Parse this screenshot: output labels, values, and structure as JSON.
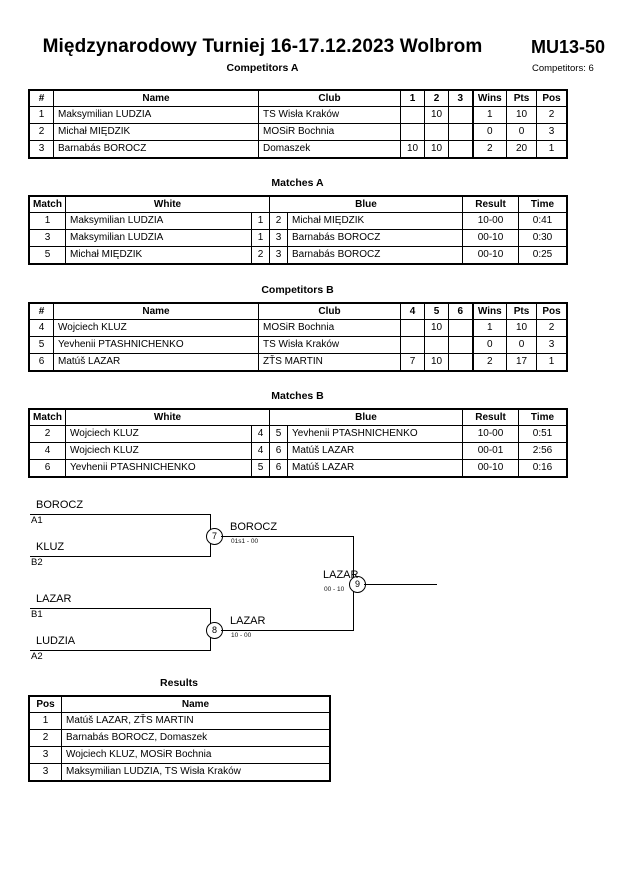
{
  "header": {
    "title": "Międzynarodowy Turniej  16-17.12.2023  Wolbrom",
    "subtitle": "Competitors A",
    "category": "MU13-50",
    "competitors_count": "Competitors: 6"
  },
  "sections": {
    "matches_a_title": "Matches A",
    "competitors_b_title": "Competitors B",
    "matches_b_title": "Matches B",
    "results_title": "Results"
  },
  "competitors_a": {
    "headers": [
      "#",
      "Name",
      "Club",
      "1",
      "2",
      "3",
      "Wins",
      "Pts",
      "Pos"
    ],
    "rows": [
      {
        "num": "1",
        "name": "Maksymilian LUDZIA",
        "club": "TS Wisła Kraków",
        "m1": "",
        "m2": "10",
        "m3": "",
        "wins": "1",
        "pts": "10",
        "pos": "2"
      },
      {
        "num": "2",
        "name": "Michał MIĘDZIK",
        "club": "MOSiR Bochnia",
        "m1": "",
        "m2": "",
        "m3": "",
        "wins": "0",
        "pts": "0",
        "pos": "3"
      },
      {
        "num": "3",
        "name": "Barnabás BOROCZ",
        "club": "Domaszek",
        "m1": "10",
        "m2": "10",
        "m3": "",
        "wins": "2",
        "pts": "20",
        "pos": "1"
      }
    ]
  },
  "matches_a": {
    "headers": [
      "Match",
      "White",
      "Blue",
      "Result",
      "Time"
    ],
    "rows": [
      {
        "match": "1",
        "white": "Maksymilian LUDZIA",
        "white_num": "1",
        "blue_num": "2",
        "blue": "Michał MIĘDZIK",
        "result": "10-00",
        "time": "0:41"
      },
      {
        "match": "3",
        "white": "Maksymilian LUDZIA",
        "white_num": "1",
        "blue_num": "3",
        "blue": "Barnabás BOROCZ",
        "result": "00-10",
        "time": "0:30"
      },
      {
        "match": "5",
        "white": "Michał MIĘDZIK",
        "white_num": "2",
        "blue_num": "3",
        "blue": "Barnabás BOROCZ",
        "result": "00-10",
        "time": "0:25"
      }
    ]
  },
  "competitors_b": {
    "headers": [
      "#",
      "Name",
      "Club",
      "4",
      "5",
      "6",
      "Wins",
      "Pts",
      "Pos"
    ],
    "rows": [
      {
        "num": "4",
        "name": "Wojciech KLUZ",
        "club": "MOSiR Bochnia",
        "m1": "",
        "m2": "10",
        "m3": "",
        "wins": "1",
        "pts": "10",
        "pos": "2"
      },
      {
        "num": "5",
        "name": "Yevhenii PTASHNICHENKO",
        "club": "TS Wisła Kraków",
        "m1": "",
        "m2": "",
        "m3": "",
        "wins": "0",
        "pts": "0",
        "pos": "3"
      },
      {
        "num": "6",
        "name": "Matúš LAZAR",
        "club": "ZŤS MARTIN",
        "m1": "7",
        "m2": "10",
        "m3": "",
        "wins": "2",
        "pts": "17",
        "pos": "1"
      }
    ]
  },
  "matches_b": {
    "headers": [
      "Match",
      "White",
      "Blue",
      "Result",
      "Time"
    ],
    "rows": [
      {
        "match": "2",
        "white": "Wojciech KLUZ",
        "white_num": "4",
        "blue_num": "5",
        "blue": "Yevhenii PTASHNICHENKO",
        "result": "10-00",
        "time": "0:51"
      },
      {
        "match": "4",
        "white": "Wojciech KLUZ",
        "white_num": "4",
        "blue_num": "6",
        "blue": "Matúš LAZAR",
        "result": "00-01",
        "time": "2:56"
      },
      {
        "match": "6",
        "white": "Yevhenii PTASHNICHENKO",
        "white_num": "5",
        "blue_num": "6",
        "blue": "Matúš LAZAR",
        "result": "00-10",
        "time": "0:16"
      }
    ]
  },
  "bracket": {
    "entries": [
      {
        "name": "BOROCZ",
        "seed": "A1"
      },
      {
        "name": "KLUZ",
        "seed": "B2"
      },
      {
        "name": "LAZAR",
        "seed": "B1"
      },
      {
        "name": "LUDZIA",
        "seed": "A2"
      }
    ],
    "semifinal_top": {
      "match_no": "7",
      "winner": "BOROCZ",
      "score": "01s1 - 00"
    },
    "semifinal_bottom": {
      "match_no": "8",
      "winner": "LAZAR",
      "score": "10 - 00"
    },
    "final": {
      "match_no": "9",
      "winner": "LAZAR",
      "score": "00 - 10"
    }
  },
  "results": {
    "headers": [
      "Pos",
      "Name"
    ],
    "rows": [
      {
        "pos": "1",
        "name": "Matúš LAZAR, ZŤS MARTIN"
      },
      {
        "pos": "2",
        "name": "Barnabás BOROCZ, Domaszek"
      },
      {
        "pos": "3",
        "name": "Wojciech KLUZ, MOSiR Bochnia"
      },
      {
        "pos": "3",
        "name": "Maksymilian LUDZIA, TS Wisła Kraków"
      }
    ]
  }
}
